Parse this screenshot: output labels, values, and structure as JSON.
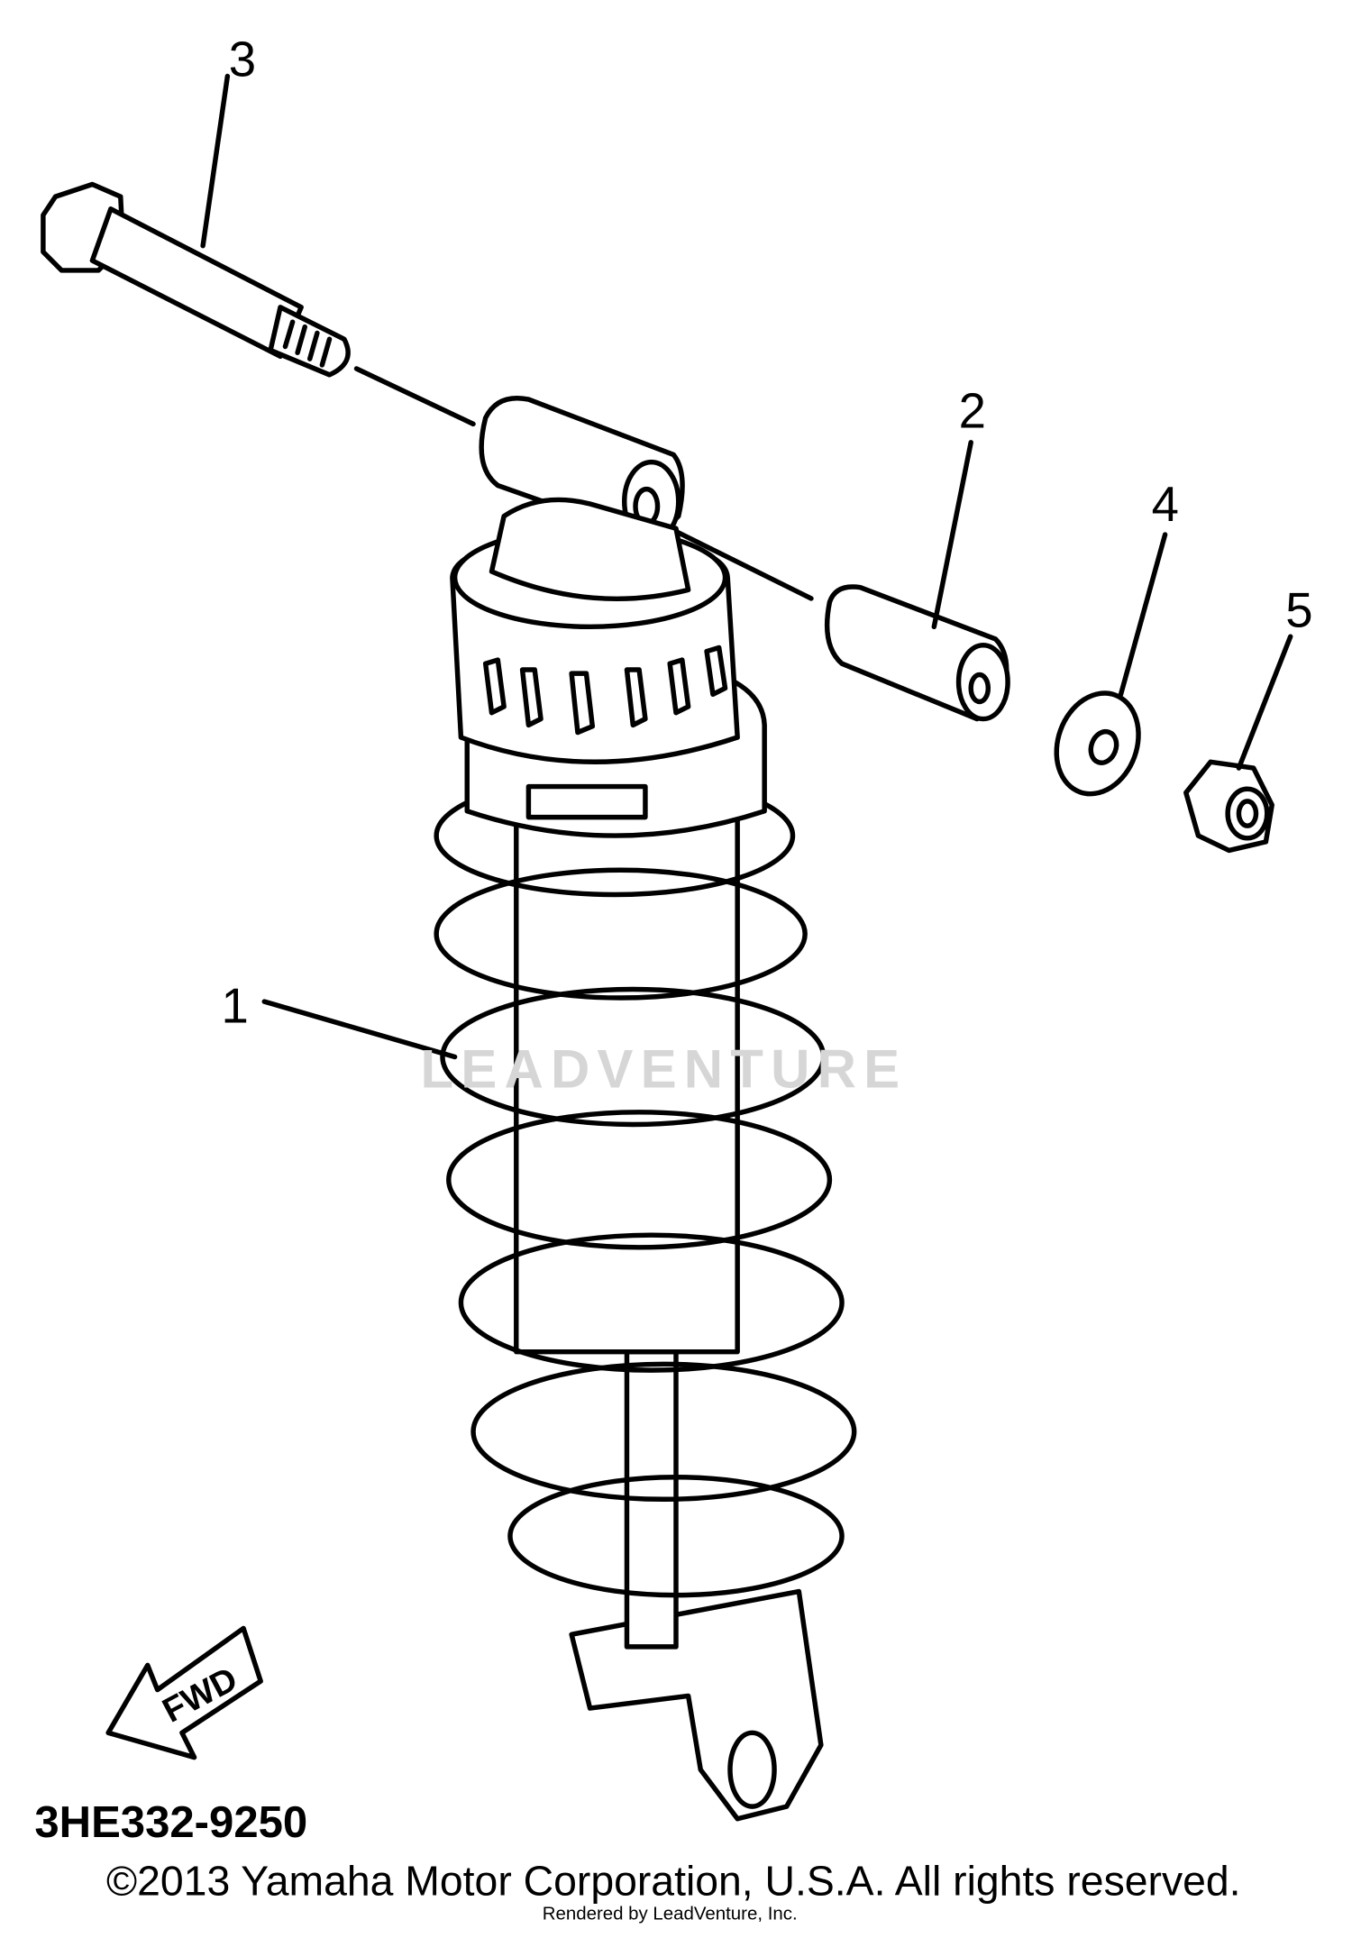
{
  "callouts": {
    "part1": "1",
    "part2": "2",
    "part3": "3",
    "part4": "4",
    "part5": "5"
  },
  "direction_arrow": "FWD",
  "diagram_code": "3HE332-9250",
  "copyright": "©2013 Yamaha Motor Corporation, U.S.A. All rights reserved.",
  "rendered_by": "Rendered by LeadVenture, Inc.",
  "watermark": "LEADVENTURE"
}
